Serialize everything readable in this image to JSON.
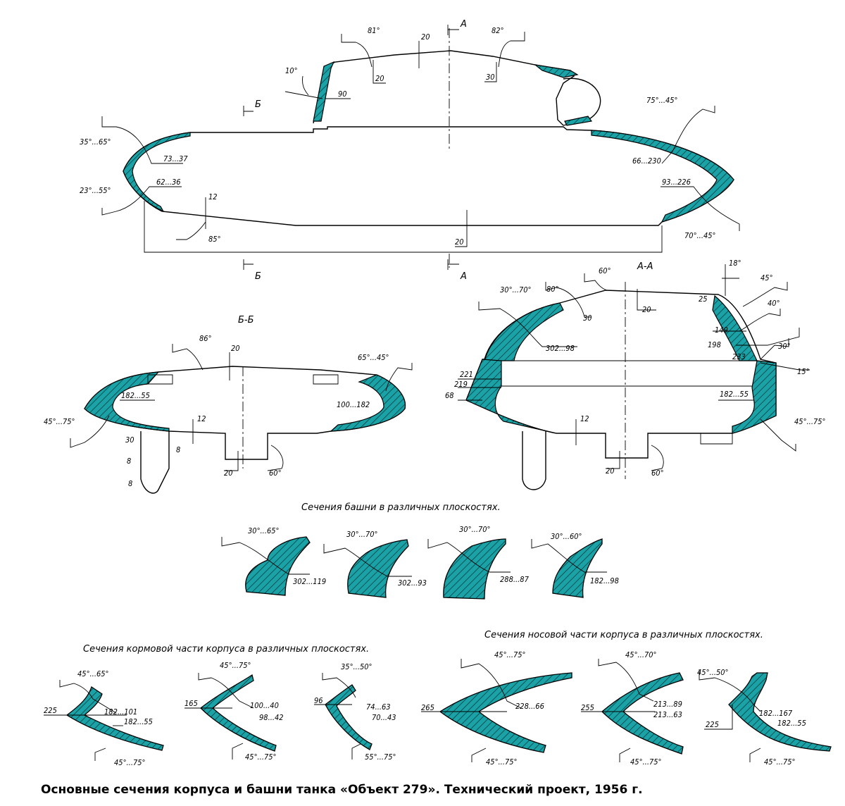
{
  "colors": {
    "armor": "#1aa2a6",
    "line": "#000000",
    "background": "#ffffff"
  },
  "caption": "Основные сечения корпуса и башни танка «Объект 279». Технический проект, 1956 г.",
  "section_titles": {
    "bb": "Б-Б",
    "aa": "А-А",
    "turret_sections": "Сечения башни в различных плоскостях.",
    "rear_sections": "Сечения кормовой части корпуса в различных плоскостях.",
    "nose_sections": "Сечения носовой части корпуса в различных плоскостях."
  },
  "cut_marks": {
    "a": "А",
    "b": "Б"
  },
  "side_view": {
    "angle_81": "81°",
    "top_20": "20",
    "angle_82": "82°",
    "roof_20": "20",
    "roof_30": "30",
    "angle_10": "10°",
    "mantlet_90": "90",
    "rear_upper_angle": "35°...65°",
    "rear_upper_thk": "73...37",
    "rear_lower_angle": "23°...55°",
    "rear_lower_thk": "62...36",
    "bottom_12": "12",
    "angle_85": "85°",
    "front_upper_angle": "75°...45°",
    "front_upper_thk": "66...230",
    "front_lower_thk": "93...226",
    "front_lower_angle": "70°...45°",
    "bottom_20": "20"
  },
  "bb_view": {
    "angle_86": "86°",
    "roof_20": "20",
    "right_angle": "65°...45°",
    "right_thk": "100...182",
    "left_thk": "182...55",
    "left_angle": "45°...75°",
    "floor_12": "12",
    "dim_30": "30",
    "dim_8a": "8",
    "dim_8b": "8",
    "dim_8c": "8",
    "bottom_20": "20",
    "angle_60": "60°"
  },
  "aa_view": {
    "angle_60": "60°",
    "angle_80": "80°",
    "range_30_70": "30°...70°",
    "roof_30": "30",
    "roof_20": "20",
    "angle_18": "18°",
    "dim_25": "25",
    "angle_45": "45°",
    "angle_40": "40°",
    "dim_149": "149",
    "dim_198": "198",
    "angle_30": "30°",
    "dim_233": "233",
    "angle_15": "15°",
    "thk_302_98": "302...98",
    "dim_221": "221",
    "dim_219": "219",
    "dim_68": "68",
    "thk_182_55": "182...55",
    "floor_12": "12",
    "bottom_20": "20",
    "angle_60b": "60°",
    "range_45_75": "45°...75°"
  },
  "turret_sections": [
    {
      "angle": "30°...65°",
      "thickness": "302...119"
    },
    {
      "angle": "30°...70°",
      "thickness": "302...93"
    },
    {
      "angle": "30°...70°",
      "thickness": "288...87"
    },
    {
      "angle": "30°...60°",
      "thickness": "182...98"
    }
  ],
  "rear_sections": [
    {
      "top_angle": "45°...65°",
      "left": "225",
      "t1": "182...101",
      "t2": "182...55",
      "bottom_angle": "45°...75°"
    },
    {
      "top_angle": "45°...75°",
      "left": "165",
      "t1": "100...40",
      "t2": "98...42",
      "bottom_angle": "45°...75°"
    },
    {
      "top_angle": "35°...50°",
      "left": "96",
      "t1": "74...63",
      "t2": "70...43",
      "bottom_angle": "55°...75°"
    }
  ],
  "nose_sections": [
    {
      "top_angle": "45°...75°",
      "left": "265",
      "t1": "228...66",
      "bottom_angle": "45°...75°"
    },
    {
      "top_angle": "45°...70°",
      "left": "255",
      "t1": "213...89",
      "t2": "213...63",
      "bottom_angle": "45°...75°"
    },
    {
      "top_angle": "45°...50°",
      "left": "225",
      "t1": "182...167",
      "t2": "182...55",
      "bottom_angle": "45°...75°"
    }
  ]
}
